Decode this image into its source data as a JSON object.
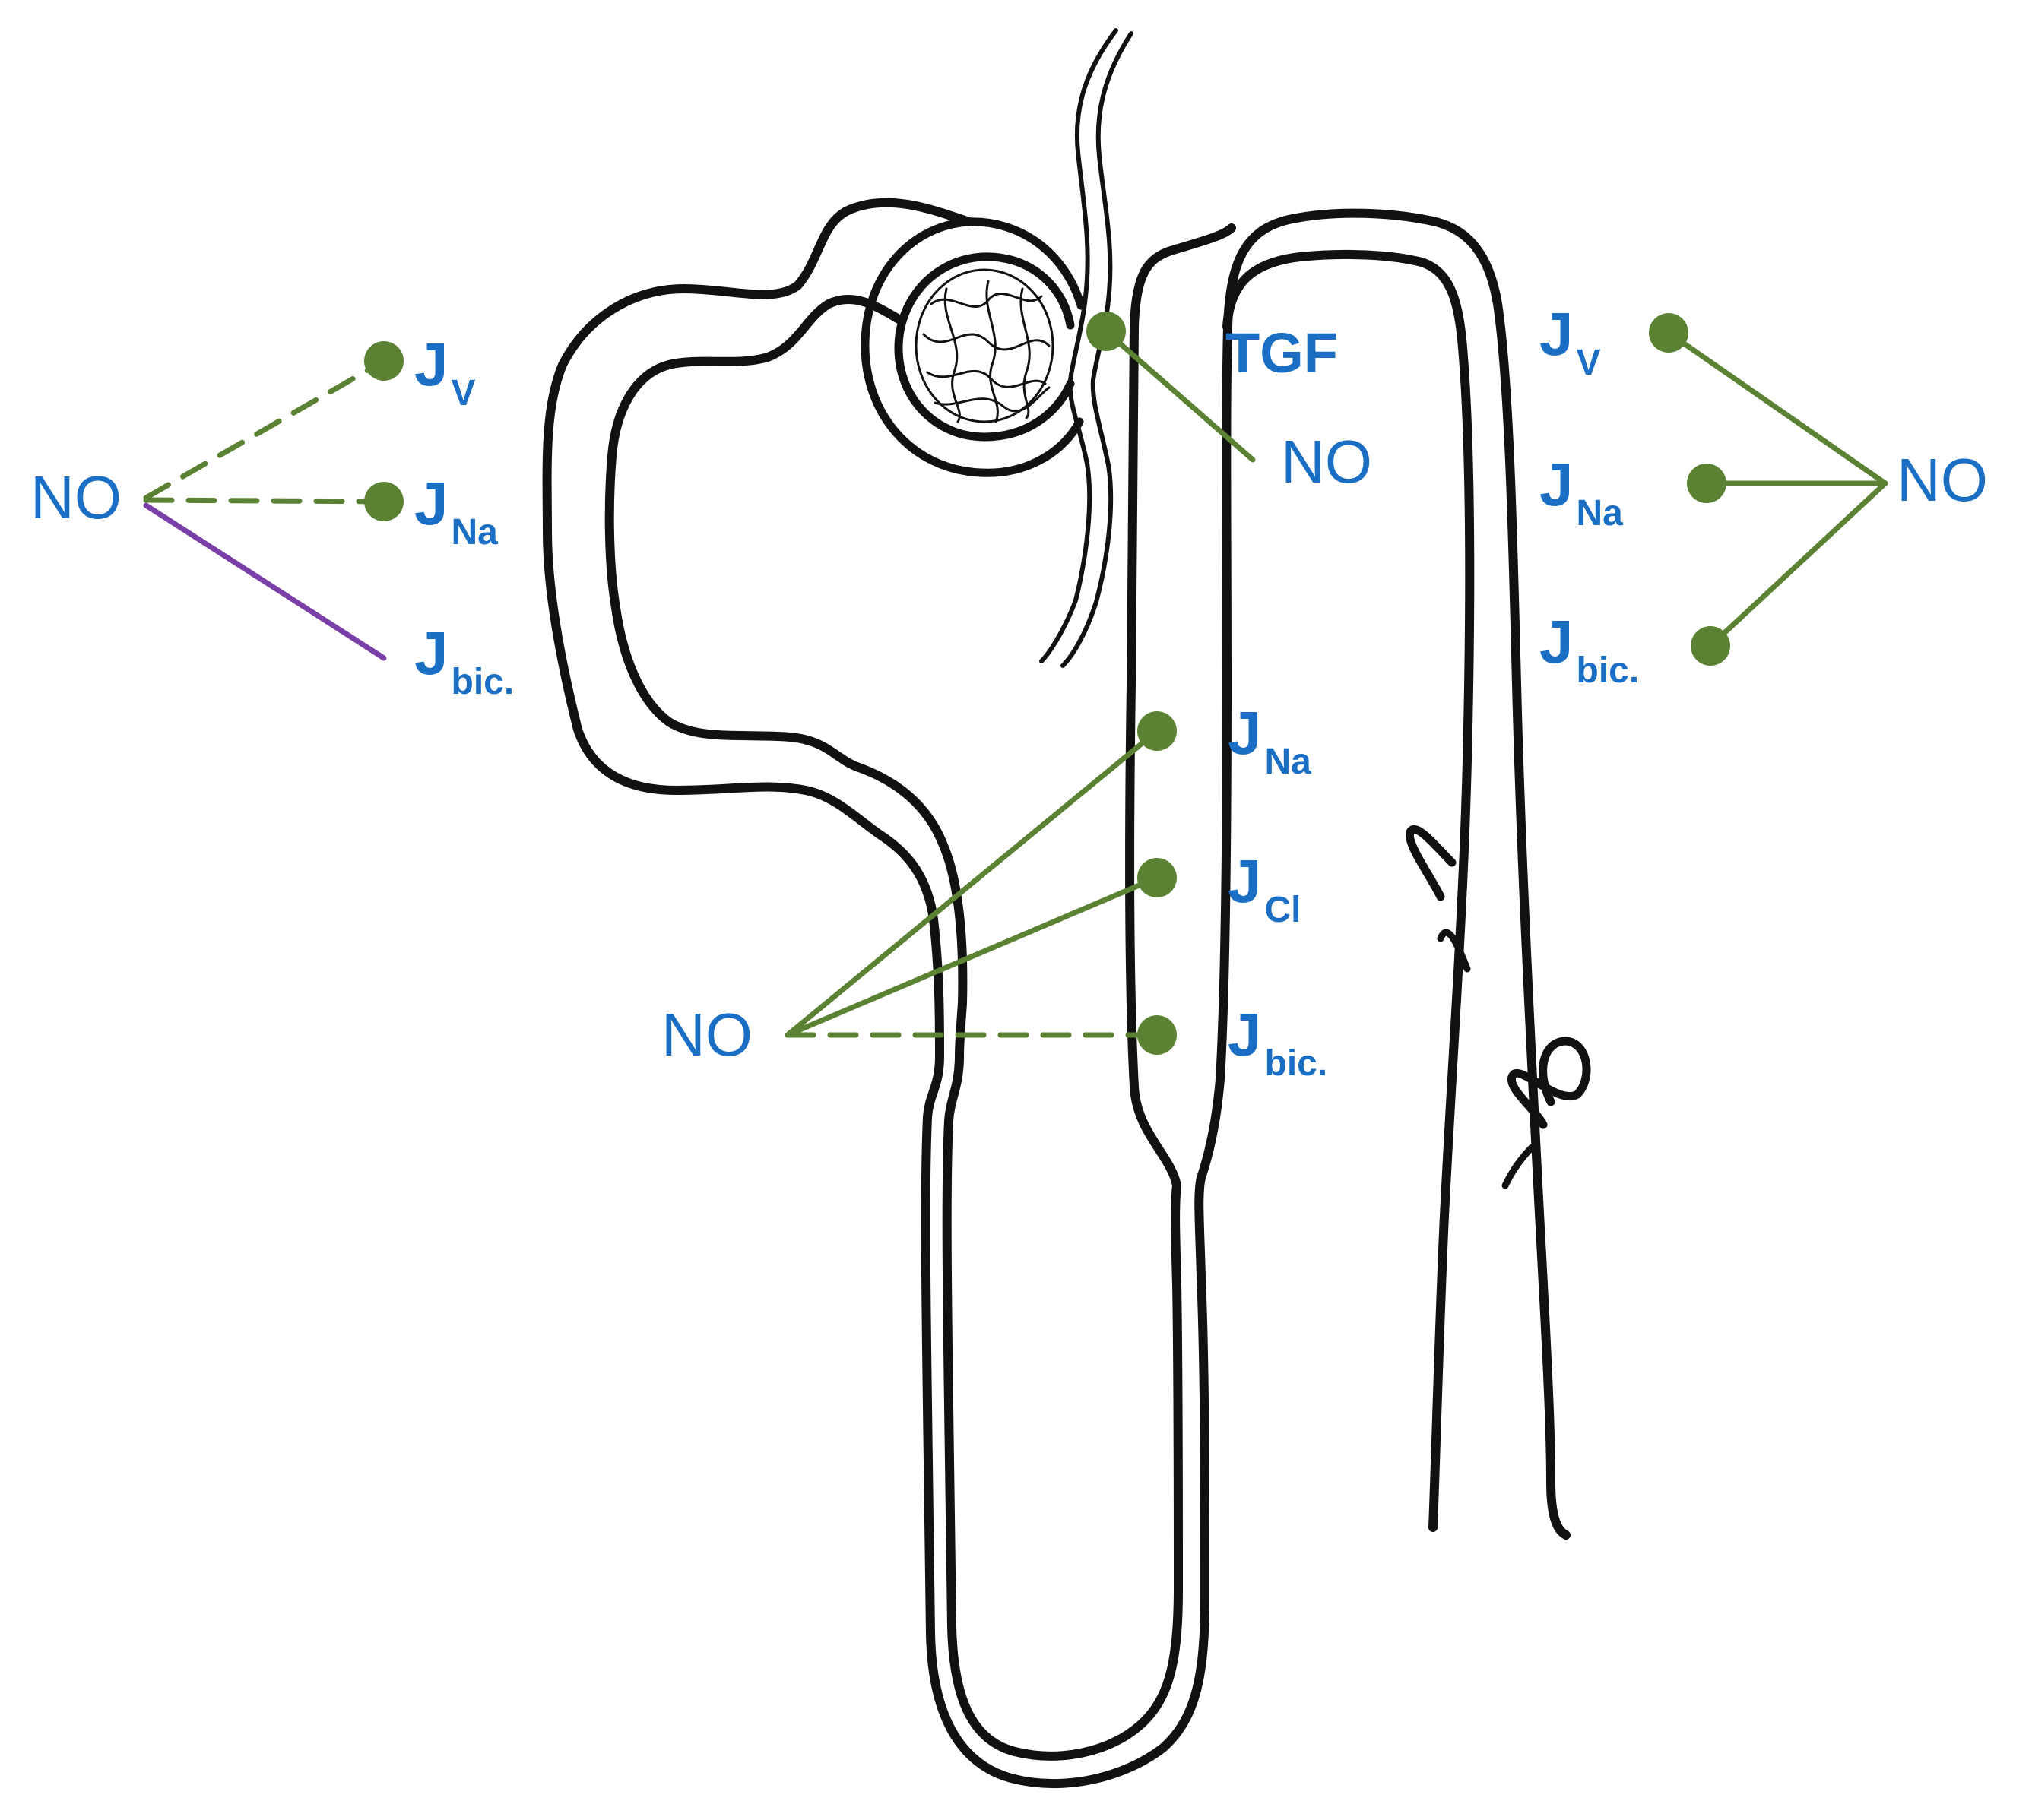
{
  "colors": {
    "label": "#1a6fc4",
    "connector": "#5b8232",
    "inhibitor": "#7b3fa8",
    "outline": "#111111"
  },
  "groups": {
    "proximal": {
      "no": "NO",
      "targets": [
        {
          "main": "J",
          "sub": "V",
          "link": "dashed",
          "marker": "dot"
        },
        {
          "main": "J",
          "sub": "Na",
          "link": "dashed",
          "marker": "dot"
        },
        {
          "main": "J",
          "sub": "bic.",
          "link": "solid-purple",
          "marker": "none"
        }
      ]
    },
    "macula_densa": {
      "no": "NO",
      "target": "TGF"
    },
    "thick_ascending_limb": {
      "no": "NO",
      "targets": [
        {
          "main": "J",
          "sub": "Na",
          "link": "solid",
          "marker": "dot"
        },
        {
          "main": "J",
          "sub": "Cl",
          "link": "solid",
          "marker": "dot"
        },
        {
          "main": "J",
          "sub": "bic.",
          "link": "dashed",
          "marker": "dot"
        }
      ]
    },
    "collecting_duct": {
      "no": "NO",
      "targets": [
        {
          "main": "J",
          "sub": "V",
          "link": "solid",
          "marker": "dot"
        },
        {
          "main": "J",
          "sub": "Na",
          "link": "solid",
          "marker": "dot"
        },
        {
          "main": "J",
          "sub": "bic.",
          "link": "solid",
          "marker": "dot"
        }
      ]
    }
  }
}
